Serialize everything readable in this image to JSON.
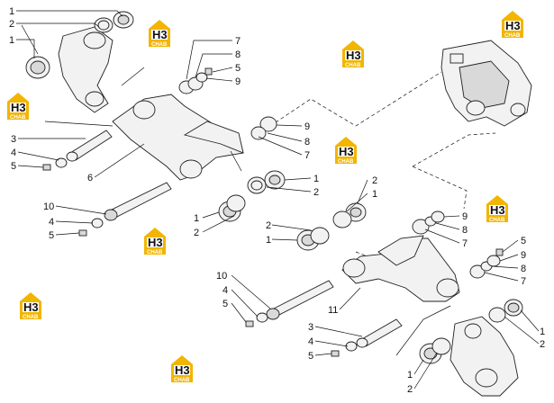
{
  "diagram": {
    "logo": {
      "letters": "H3",
      "sub": "CHAB"
    },
    "callouts": {
      "left_top": [
        "1",
        "2",
        "1"
      ],
      "left_mid": [
        "3",
        "4",
        "5",
        "6",
        "10",
        "4",
        "5"
      ],
      "top_center": [
        "7",
        "8",
        "5",
        "9"
      ],
      "mid_right_upper": [
        "9",
        "8",
        "7",
        "1",
        "2"
      ],
      "center_lower_left": [
        "1",
        "2"
      ],
      "center": [
        "2",
        "1",
        "2",
        "1"
      ],
      "right_mid": [
        "9",
        "8",
        "7",
        "5",
        "9",
        "8",
        "7"
      ],
      "lower_left": [
        "10",
        "4",
        "5",
        "11"
      ],
      "bottom": [
        "3",
        "4",
        "5",
        "1",
        "2",
        "1",
        "2"
      ]
    }
  }
}
